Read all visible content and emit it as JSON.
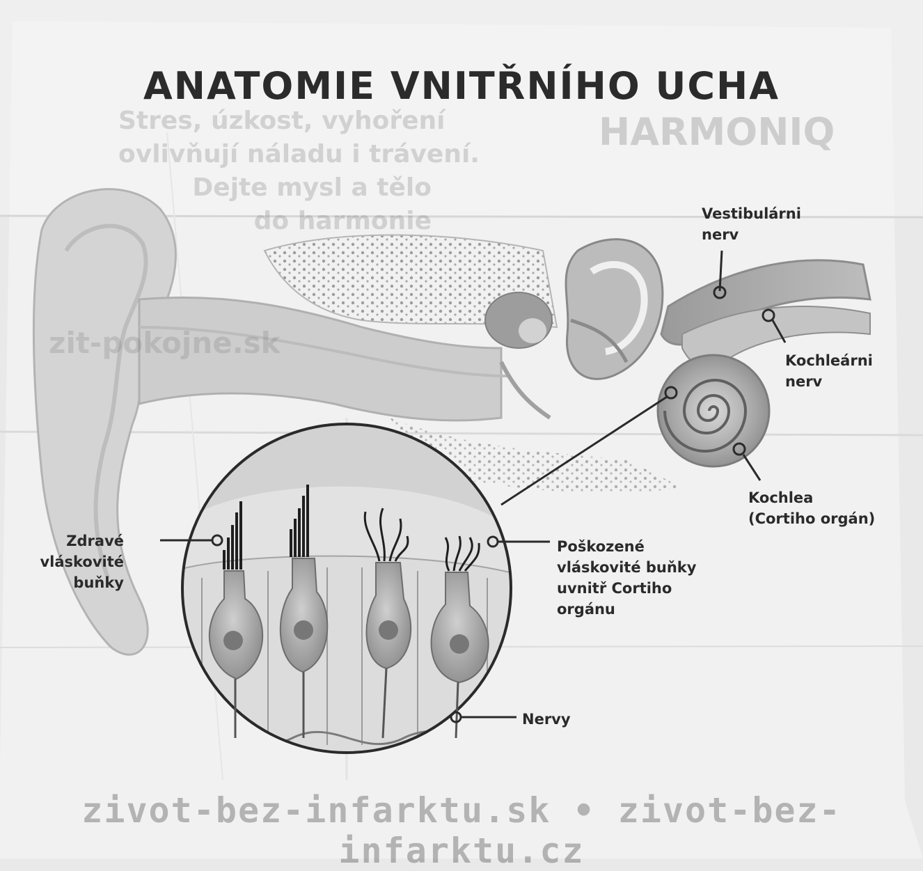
{
  "title": "ANATOMIE VNITŘNÍHO UCHA",
  "labels": {
    "vestibular_nerve": [
      "Vestibulárni",
      "nerv"
    ],
    "cochlear_nerve": [
      "Kochleárni",
      "nerv"
    ],
    "cochlea": [
      "Kochlea",
      "(Cortiho orgán)"
    ],
    "healthy_hair_cells": [
      "Zdravé",
      "vláskovité",
      "buňky"
    ],
    "damaged_hair_cells": [
      "Poškozené",
      "vláskovité buňky",
      "uvnitř Cortiho",
      "orgánu"
    ],
    "nerves": "Nervy"
  },
  "bleed_through": {
    "slogan": [
      "Stres, úzkost, vyhoření",
      "ovlivňují náladu i trávení.",
      "Dejte mysl a tělo",
      "do harmonie"
    ],
    "brand": "HARMONIQ",
    "site_mid": "zit-pokojne.sk",
    "bottom_sites": "zivot-bez-infarktu.sk  •  zivot-bez-infarktu.cz"
  },
  "colors": {
    "paper": "#efefef",
    "ink": "#2a2a2a",
    "illustration": "#8f8f8f"
  }
}
